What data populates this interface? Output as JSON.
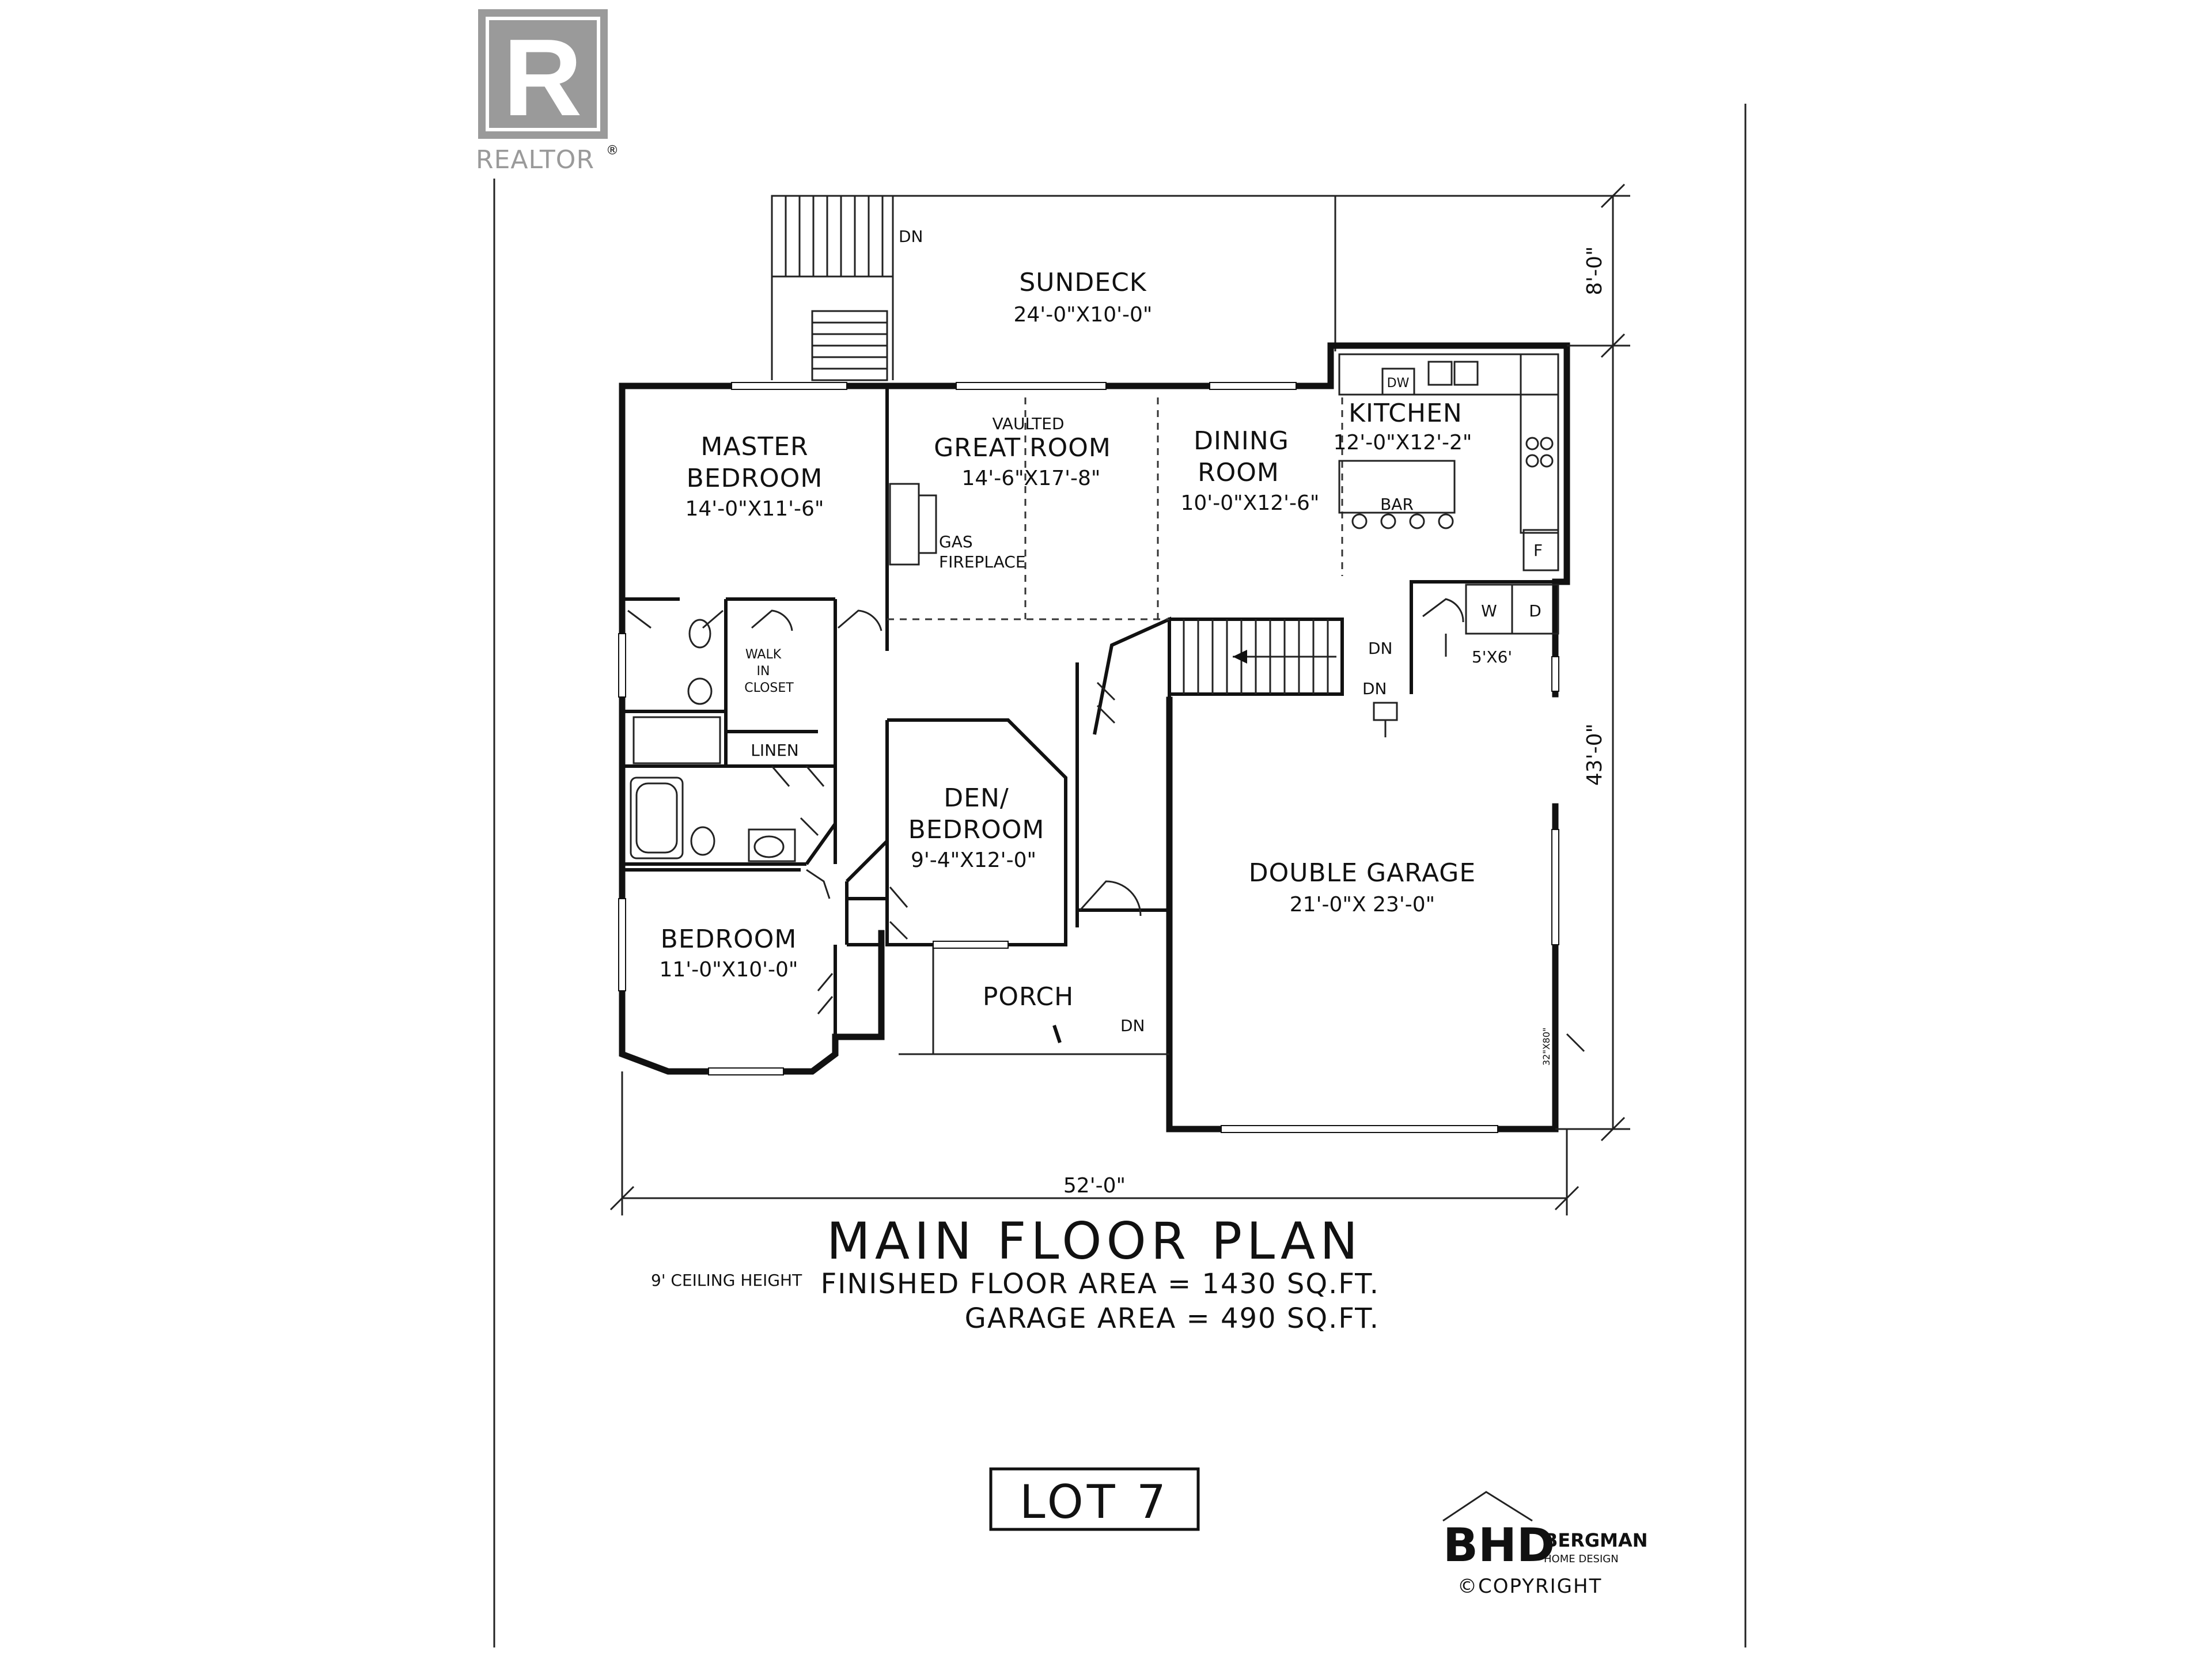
{
  "watermark": {
    "logo_letter": "R",
    "brand": "REALTOR",
    "mark": "®"
  },
  "rooms": {
    "sundeck": {
      "name": "SUNDECK",
      "dims": "24'-0\"X10'-0\""
    },
    "master_bedroom": {
      "line1": "MASTER",
      "line2": "BEDROOM",
      "dims": "14'-0\"X11'-6\""
    },
    "great_room": {
      "vaulted": "VAULTED",
      "name": "GREAT ROOM",
      "dims": "14'-6\"X17'-8\""
    },
    "dining_room": {
      "line1": "DINING",
      "line2": "ROOM",
      "dims": "10'-0\"X12'-6\""
    },
    "kitchen": {
      "name": "KITCHEN",
      "dims": "12'-0\"X12'-2\""
    },
    "den_bedroom": {
      "line1": "DEN/",
      "line2": "BEDROOM",
      "dims": "9'-4\"X12'-0\""
    },
    "bedroom": {
      "name": "BEDROOM",
      "dims": "11'-0\"X10'-0\""
    },
    "double_garage": {
      "name": "DOUBLE GARAGE",
      "dims": "21'-0\"X 23'-0\""
    },
    "porch": {
      "name": "PORCH"
    },
    "walk_in_closet": {
      "line1": "WALK",
      "line2": "IN",
      "line3": "CLOSET"
    },
    "linen": {
      "name": "LINEN"
    },
    "laundry": {
      "dims": "5'X6'"
    }
  },
  "annotations": {
    "dn": "DN",
    "dw": "DW",
    "bar": "BAR",
    "fridge": "F",
    "washer": "W",
    "dryer": "D",
    "gas": "GAS",
    "fireplace": "FIREPLACE",
    "garage_door": "32\"X80\""
  },
  "dimensions": {
    "width": "52'-0\"",
    "depth": "43'-0\"",
    "deck_depth": "8'-0\""
  },
  "title_block": {
    "title": "MAIN FLOOR PLAN",
    "ceiling": "9' CEILING HEIGHT",
    "finished_area": "FINISHED FLOOR AREA = 1430 SQ.FT.",
    "garage_area": "GARAGE AREA = 490 SQ.FT.",
    "lot": "LOT 7"
  },
  "designer": {
    "monogram": "BHD",
    "name": "BERGMAN",
    "tagline": "HOME DESIGN",
    "copyright": "©COPYRIGHT"
  },
  "colors": {
    "ink": "#111111",
    "watermark": "#9a9a9a",
    "background": "#ffffff"
  }
}
